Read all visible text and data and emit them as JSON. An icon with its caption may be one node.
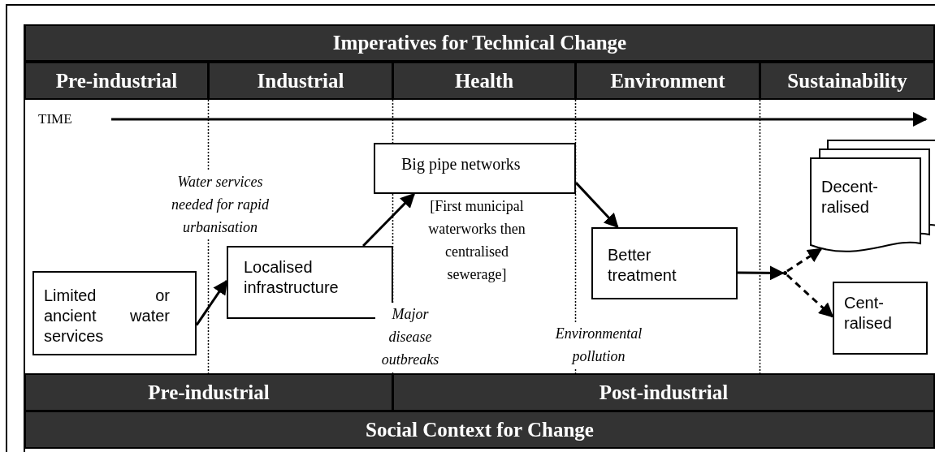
{
  "diagram": {
    "nodes": [
      {
        "text": [
          "Imperatives for Technical Change"
        ]
      },
      {
        "text": [
          "Pre-industrial"
        ]
      },
      {
        "text": [
          "Industrial"
        ]
      },
      {
        "text": [
          "Health"
        ]
      },
      {
        "text": [
          "Environment"
        ]
      },
      {
        "text": [
          "Sustainability"
        ]
      },
      {
        "text": [
          "Limited or ancient water services"
        ]
      },
      {
        "text": [
          "Localised infrastructure"
        ]
      },
      {
        "text": [
          "Big pipe networks"
        ],
        "beside": [
          "[First municipal waterworks then centralised sewerage]"
        ]
      },
      {
        "text": [
          "Better treatment"
        ]
      },
      {
        "text": [
          "Decent-ralised"
        ]
      },
      {
        "text": [
          "Cent-ralised"
        ]
      },
      {
        "text": [
          "Pre-industrial"
        ]
      },
      {
        "text": [
          "Post-industrial"
        ]
      },
      {
        "text": [
          "Social Context for Change"
        ]
      },
      {
        "text": [],
        "shape": "dot"
      }
    ],
    "edges": [
      {
        "from": 6,
        "to": 7,
        "arrow": "to"
      },
      {
        "from": 7,
        "to": 8,
        "arrow": "to"
      },
      {
        "from": 8,
        "to": 9,
        "arrow": "to"
      },
      {
        "from": 9,
        "to": 15,
        "arrow": "to"
      },
      {
        "from": 15,
        "to": 10,
        "arrow": "to",
        "style": "dashed"
      },
      {
        "from": 15,
        "to": 11,
        "arrow": "to",
        "style": "dashed"
      }
    ],
    "labels": [
      "TIME",
      "Water services needed for rapid urbanisation",
      "Major disease outbreaks",
      "Environmental pollution"
    ]
  }
}
